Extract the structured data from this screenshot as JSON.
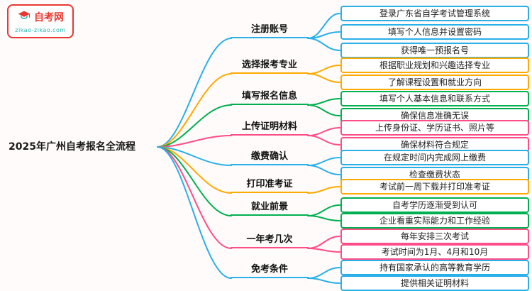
{
  "logo": {
    "site_name": "自考网",
    "site_url": "zikao-zikao.com",
    "icon": "graduation-cap-icon",
    "brand_red": "#e8382f",
    "brand_teal": "#2ab5b0"
  },
  "root": {
    "label": "2025年广州自考报名全流程"
  },
  "colors": {
    "blue": "#29b0e8",
    "orange": "#ffaa00",
    "green": "#00b050",
    "pink": "#ff4d88"
  },
  "branches": [
    {
      "label": "注册账号",
      "color": "#29b0e8",
      "children": [
        "登录广东省自学考试管理系统",
        "填写个人信息并设置密码",
        "获得唯一预报名号"
      ]
    },
    {
      "label": "选择报考专业",
      "color": "#ffaa00",
      "children": [
        "根据职业规划和兴趣选择专业",
        "了解课程设置和就业方向"
      ]
    },
    {
      "label": "填写报名信息",
      "color": "#00b050",
      "children": [
        "填写个人基本信息和联系方式",
        "确保信息准确无误"
      ]
    },
    {
      "label": "上传证明材料",
      "color": "#ff4d88",
      "children": [
        "上传身份证、学历证书、照片等",
        "确保材料符合规定"
      ]
    },
    {
      "label": "缴费确认",
      "color": "#29b0e8",
      "children": [
        "在规定时间内完成网上缴费",
        "检查缴费状态"
      ]
    },
    {
      "label": "打印准考证",
      "color": "#ffaa00",
      "children": [
        "考试前一周下载并打印准考证"
      ]
    },
    {
      "label": "就业前景",
      "color": "#00b050",
      "children": [
        "自考学历逐渐受到认可",
        "企业看重实际能力和工作经验"
      ]
    },
    {
      "label": "一年考几次",
      "color": "#ff4d88",
      "children": [
        "每年安排三次考试",
        "考试时间为1月、4月和10月"
      ]
    },
    {
      "label": "免考条件",
      "color": "#29b0e8",
      "children": [
        "持有国家承认的高等教育学历",
        "提供相关证明材料"
      ]
    }
  ]
}
